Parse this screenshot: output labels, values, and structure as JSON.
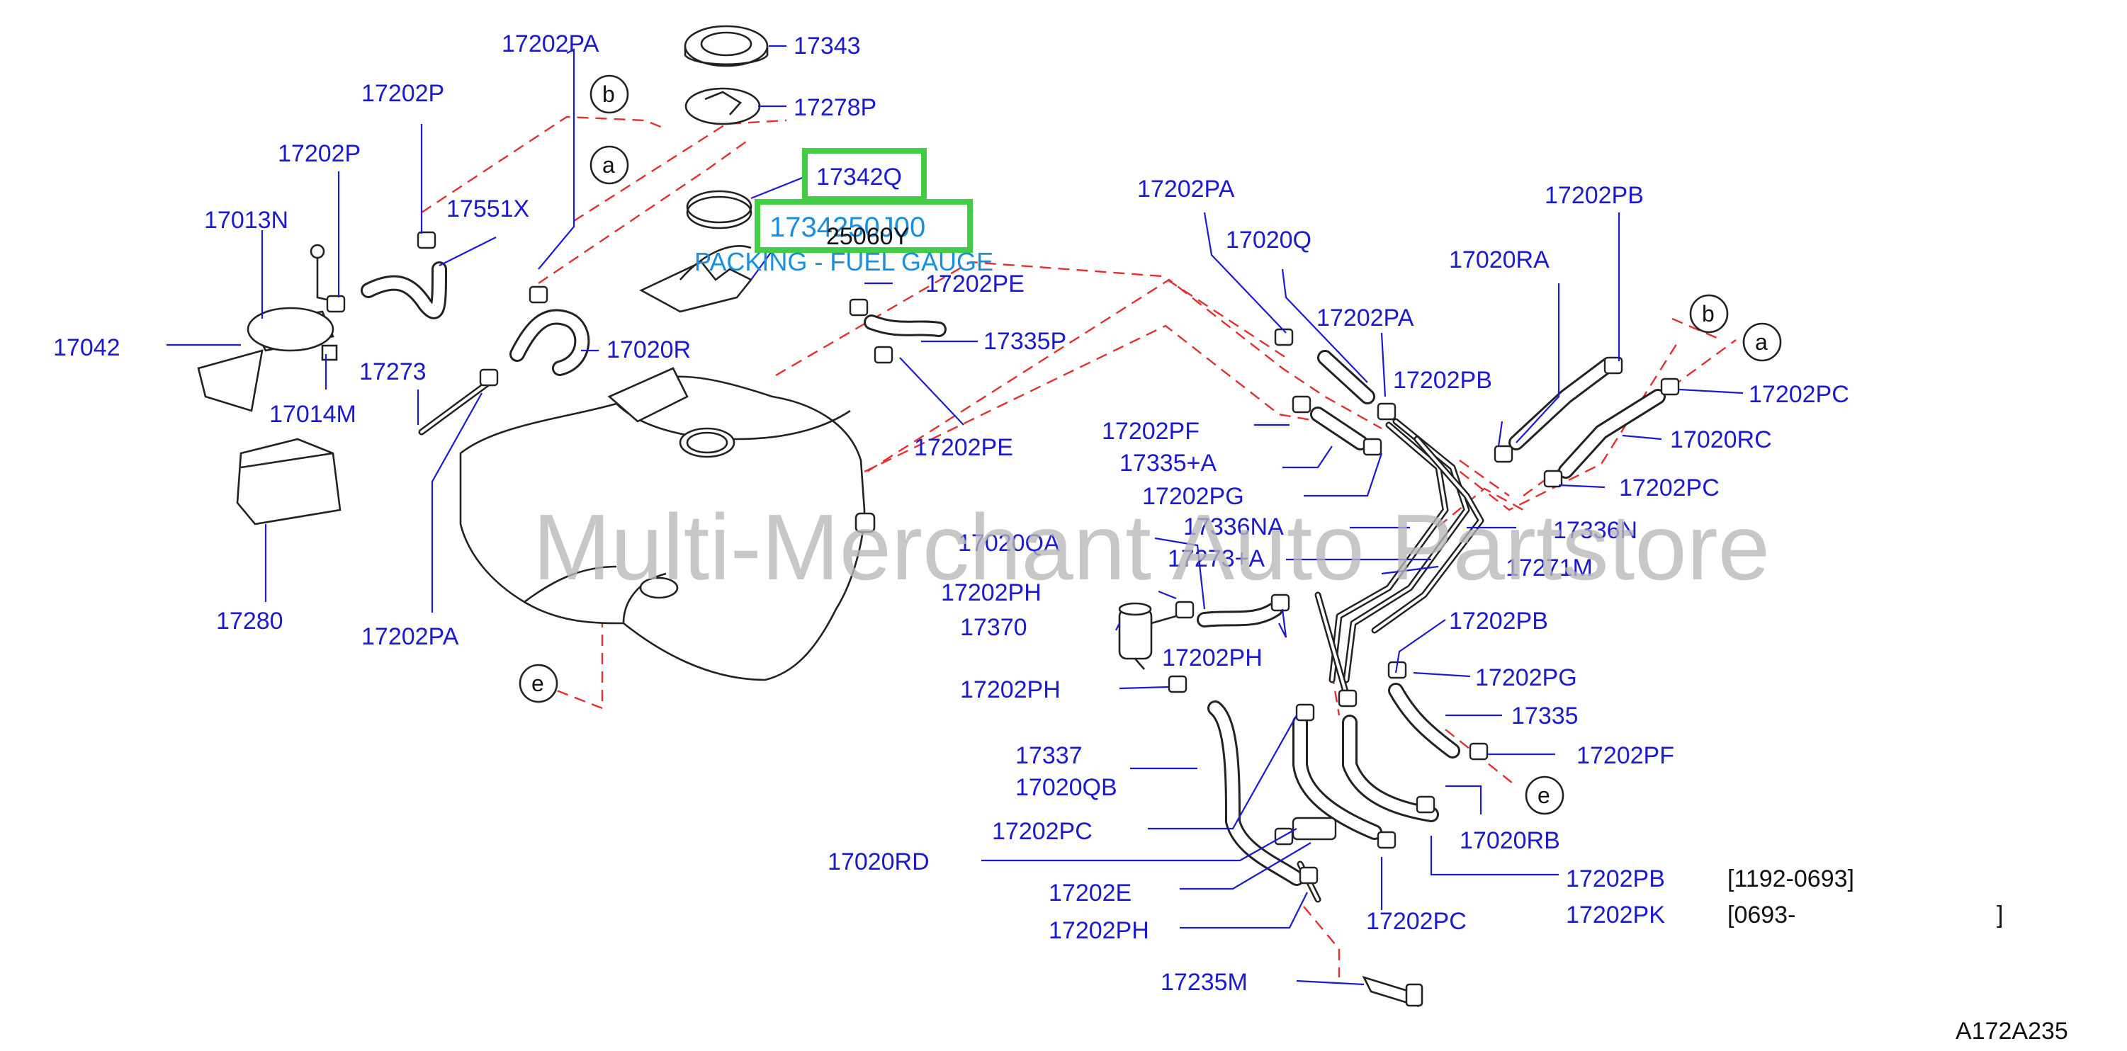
{
  "diagram": {
    "watermark": "Multi-Merchant Auto Partstore",
    "diagram_code": "A172A235",
    "callouts": {
      "a": "a",
      "b": "b",
      "e": "e"
    },
    "highlighted": {
      "part1": "17342Q",
      "part2": "1734250J00",
      "description": "PACKING - FUEL GAUGE"
    },
    "labels": {
      "p17202PA_top": "17202PA",
      "p17343": "17343",
      "p17202P_1": "17202P",
      "p17278P": "17278P",
      "p17202P_2": "17202P",
      "p17551X": "17551X",
      "p17013N": "17013N",
      "p25060Y": "25060Y",
      "p17202PE_1": "17202PE",
      "p17042": "17042",
      "p17020R": "17020R",
      "p17335P": "17335P",
      "p17273": "17273",
      "p17014M": "17014M",
      "p17202PE_2": "17202PE",
      "p17280": "17280",
      "p17202PA_left": "17202PA",
      "p17202PA_r1": "17202PA",
      "p17020Q": "17020Q",
      "p17202PA_r2": "17202PA",
      "p17202PB_top": "17202PB",
      "p17020RA": "17020RA",
      "p17202PB_mid": "17202PB",
      "p17202PC_1": "17202PC",
      "p17020RC": "17020RC",
      "p17202PC_2": "17202PC",
      "p17202PF_1": "17202PF",
      "p17335A": "17335+A",
      "p17202PG_1": "17202PG",
      "p17336NA": "17336NA",
      "p17336N": "17336N",
      "p17020QA": "17020QA",
      "p17273A": "17273+A",
      "p17271M": "17271M",
      "p17202PH_1": "17202PH",
      "p17370": "17370",
      "p17202PH_2": "17202PH",
      "p17202PB_low": "17202PB",
      "p17202PG_2": "17202PG",
      "p17202PH_3": "17202PH",
      "p17335": "17335",
      "p17202PF_2": "17202PF",
      "p17337": "17337",
      "p17020QB": "17020QB",
      "p17202PC_3": "17202PC",
      "p17020RB": "17020RB",
      "p17020RD": "17020RD",
      "p17202PB_b": "17202PB",
      "p17202PB_range": "[1192-0693]",
      "p17202E": "17202E",
      "p17202PK": "17202PK",
      "p17202PK_range": "[0693-",
      "p17202PK_close": "]",
      "p17202PC_4": "17202PC",
      "p17202PH_4": "17202PH",
      "p17235M": "17235M"
    }
  }
}
